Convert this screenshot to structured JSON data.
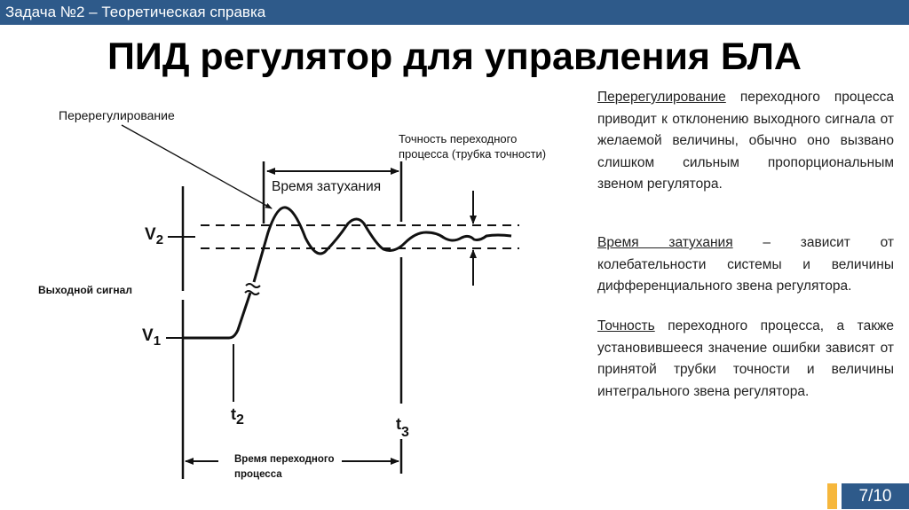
{
  "header": {
    "section_title": "Задача №2 – Теоретическая справка"
  },
  "slide": {
    "title": "ПИД регулятор для управления БЛА"
  },
  "diagram": {
    "overshoot_label": "Перерегулирование",
    "settling_time_label": "Время затухания",
    "accuracy_label_line1": "Точность переходного",
    "accuracy_label_line2": "процесса (трубка точности)",
    "y_axis_label": "Выходной сигнал",
    "v2_label": "V",
    "v2_sub": "2",
    "v1_label": "V",
    "v1_sub": "1",
    "t2_label": "t",
    "t2_sub": "2",
    "t3_label": "t",
    "t3_sub": "3",
    "transient_time_line1": "Время переходного",
    "transient_time_line2": "процесса"
  },
  "description": {
    "p1_term": "Перерегулирование",
    "p1_text": " переходного процесса приводит к отклонению выходного сигнала от желаемой величины, обычно оно вызвано слишком сильным пропорциональным звеном регулятора.",
    "p2_term": "Время затухания",
    "p2_text": " – зависит от колебательности системы и величины дифференциального звена регулятора.",
    "p3_term": "Точность",
    "p3_text": " переходного процесса, а также установившееся значение ошибки зависят от принятой трубки точности и величины интегрального звена регулятора."
  },
  "footer": {
    "page_indicator": "7/10"
  },
  "colors": {
    "header_bg": "#2e5a8a",
    "accent": "#f6b73c",
    "text": "#000000"
  }
}
